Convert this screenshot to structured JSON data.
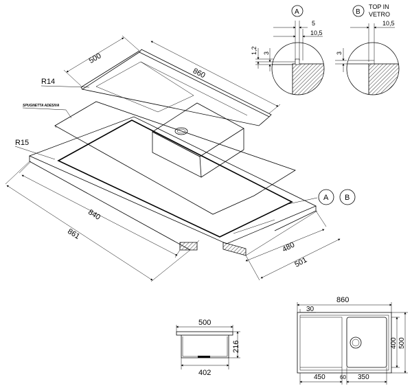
{
  "iso": {
    "dim_width_top": "500",
    "dim_length_top": "860",
    "radius_top": "R14",
    "adhesive_label": "SPUGNETTA ADESIVA",
    "radius_base": "R15",
    "dim_length_base_inner": "840",
    "dim_length_base_outer": "861",
    "dim_width_base_inner": "480",
    "dim_width_base_outer": "501",
    "callout_a": "A",
    "callout_b": "B"
  },
  "detail_a": {
    "label": "A",
    "dim_5": "5",
    "dim_10_5": "10,5",
    "dim_1_2": "1,2",
    "dim_3": "3"
  },
  "detail_b": {
    "label": "B",
    "title_line1": "TOP IN",
    "title_line2": "VETRO",
    "dim_10_5": "10,5",
    "dim_3": "3"
  },
  "side_view": {
    "dim_width": "500",
    "dim_depth": "216",
    "dim_bottom": "402"
  },
  "plan_view": {
    "dim_total": "860",
    "dim_30": "30",
    "dim_400": "400",
    "dim_500": "500",
    "dim_450": "450",
    "dim_60": "60",
    "dim_350": "350"
  }
}
